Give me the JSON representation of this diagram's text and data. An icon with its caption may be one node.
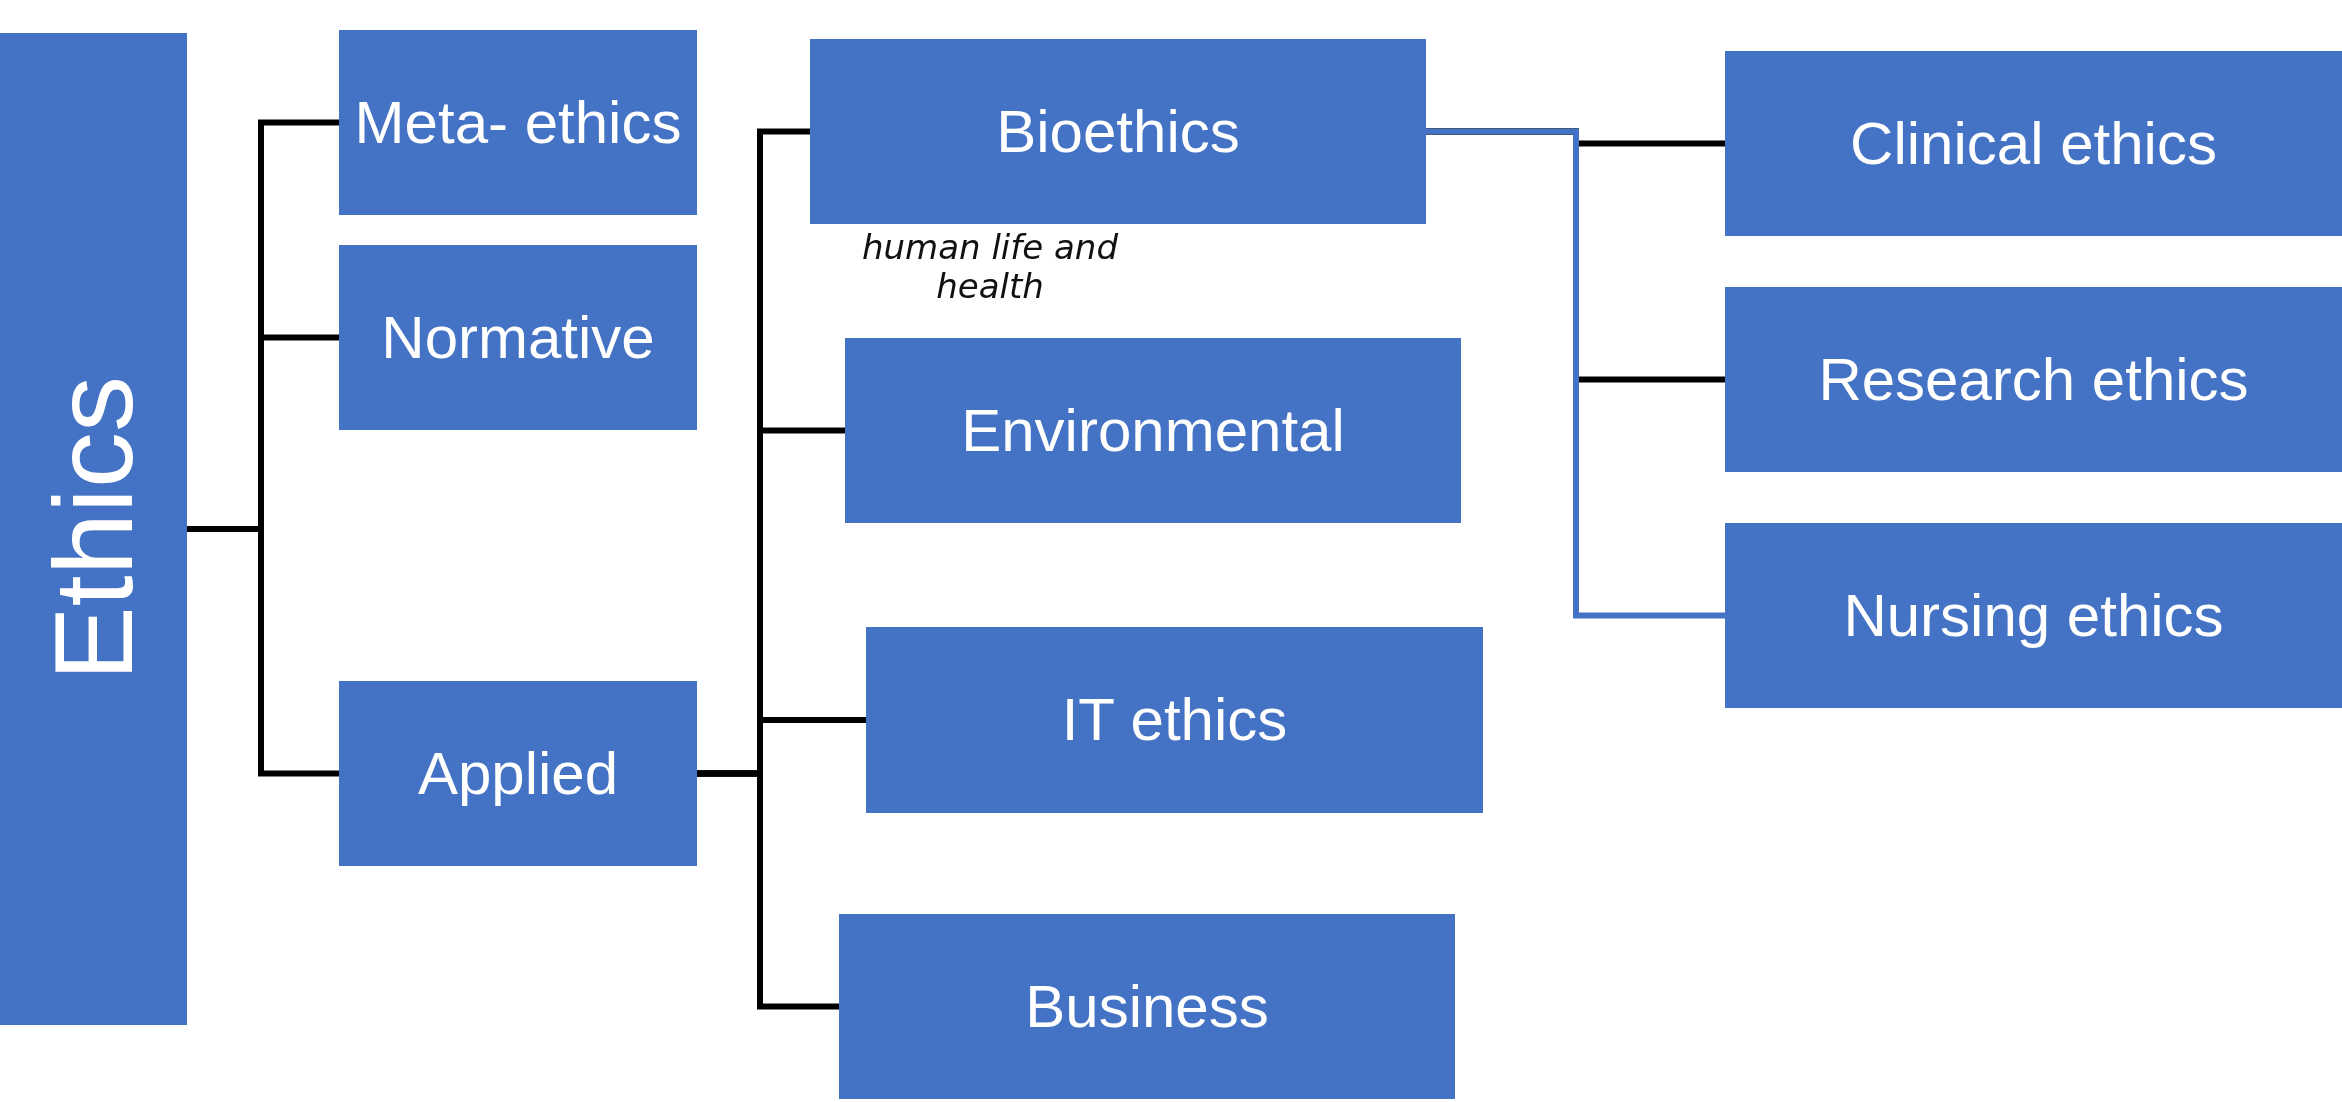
{
  "diagram": {
    "nodes": [
      {
        "text": [
          "Ethics"
        ]
      },
      {
        "text": [
          "Meta- ethics"
        ]
      },
      {
        "text": [
          "Normative"
        ]
      },
      {
        "text": [
          "Applied"
        ]
      },
      {
        "text": [
          "Bioethics"
        ],
        "beside": [
          "human life and health"
        ]
      },
      {
        "text": [
          "Environmental"
        ]
      },
      {
        "text": [
          "IT ethics"
        ]
      },
      {
        "text": [
          "Business"
        ]
      },
      {
        "text": [
          "Clinical ethics"
        ]
      },
      {
        "text": [
          "Research ethics"
        ]
      },
      {
        "text": [
          "Nursing ethics"
        ]
      }
    ],
    "edges": [
      {
        "from": 0,
        "to": 1,
        "arrow": "none"
      },
      {
        "from": 0,
        "to": 2,
        "arrow": "none"
      },
      {
        "from": 0,
        "to": 3,
        "arrow": "none"
      },
      {
        "from": 3,
        "to": 4,
        "arrow": "none"
      },
      {
        "from": 3,
        "to": 5,
        "arrow": "none"
      },
      {
        "from": 3,
        "to": 6,
        "arrow": "none"
      },
      {
        "from": 3,
        "to": 7,
        "arrow": "none"
      },
      {
        "from": 4,
        "to": 8,
        "arrow": "none"
      },
      {
        "from": 4,
        "to": 9,
        "arrow": "none"
      },
      {
        "from": 4,
        "to": 10,
        "arrow": "none",
        "color": "#4472c4"
      }
    ]
  }
}
